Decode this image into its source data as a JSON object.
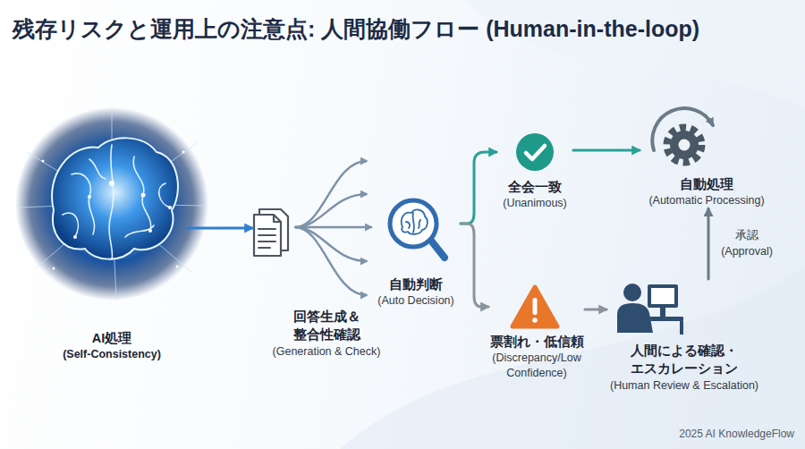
{
  "diagram": {
    "title": "残存リスクと運用上の注意点: 人間協働フロー (Human-in-the-loop)",
    "nodes": [
      {
        "text": [
          "AI処理",
          "(Self-Consistency)"
        ]
      },
      {
        "text": [
          "回答生成＆ 整合性確認",
          "(Generation & Check)"
        ]
      },
      {
        "text": [
          "自動判断",
          "(Auto Decision)"
        ]
      },
      {
        "text": [
          "全会一致",
          "(Unanimous)"
        ]
      },
      {
        "text": [
          "票割れ・低信頼",
          "(Discrepancy/Low Confidence)"
        ]
      },
      {
        "text": [
          "自動処理",
          "(Automatic Processing)"
        ]
      },
      {
        "text": [
          "人間による確認・ エスカレーション",
          "(Human Review & Escalation)"
        ]
      }
    ],
    "edges": [
      {
        "from": 0,
        "to": 1,
        "arrow": "to"
      },
      {
        "from": 1,
        "to": 2,
        "arrow": "to"
      },
      {
        "from": 2,
        "to": 3,
        "arrow": "to"
      },
      {
        "from": 2,
        "to": 4,
        "arrow": "to"
      },
      {
        "from": 3,
        "to": 5,
        "arrow": "to"
      },
      {
        "from": 4,
        "to": 6,
        "arrow": "to"
      },
      {
        "from": 6,
        "to": 5,
        "label": "承認 (Approval)",
        "arrow": "to"
      }
    ],
    "labels": [
      "2025 AI KnowledgeFlow"
    ]
  }
}
